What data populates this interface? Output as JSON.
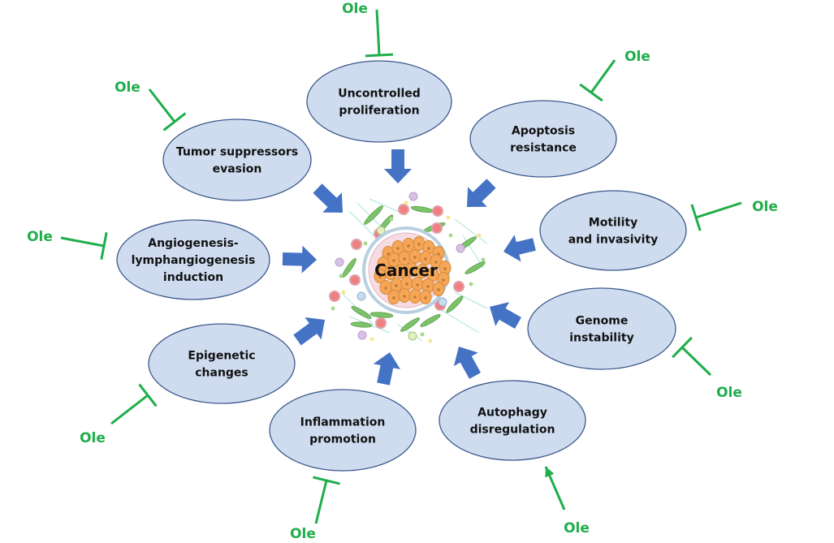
{
  "colors": {
    "node_fill": "#cfdcf0",
    "node_stroke": "#3d5a8c",
    "arrow_blue": "#4472c4",
    "ole_green": "#1fae4b",
    "cancer_orange": "#f5a656",
    "cell_pink": "#f3c9d3"
  },
  "center": {
    "label": "Cancer",
    "icon": "tumor-microenvironment-illustration"
  },
  "hallmarks": [
    {
      "id": "uncontrolled-proliferation",
      "lines": [
        "Uncontrolled",
        "proliferation"
      ],
      "ole_effect": "inhibits"
    },
    {
      "id": "apoptosis-resistance",
      "lines": [
        "Apoptosis",
        "resistance"
      ],
      "ole_effect": "inhibits"
    },
    {
      "id": "motility-invasivity",
      "lines": [
        "Motility",
        "and invasivity"
      ],
      "ole_effect": "inhibits"
    },
    {
      "id": "genome-instability",
      "lines": [
        "Genome",
        "instability"
      ],
      "ole_effect": "inhibits"
    },
    {
      "id": "autophagy-disregulation",
      "lines": [
        "Autophagy",
        "disregulation"
      ],
      "ole_effect": "promotes"
    },
    {
      "id": "inflammation-promotion",
      "lines": [
        "Inflammation",
        "promotion"
      ],
      "ole_effect": "inhibits"
    },
    {
      "id": "epigenetic-changes",
      "lines": [
        "Epigenetic",
        "changes"
      ],
      "ole_effect": "inhibits"
    },
    {
      "id": "angiogenesis-induction",
      "lines": [
        "Angiogenesis-",
        "lymphangiogenesis",
        "induction"
      ],
      "ole_effect": "inhibits"
    },
    {
      "id": "tumor-suppressors-evasion",
      "lines": [
        "Tumor suppressors",
        "evasion"
      ],
      "ole_effect": "inhibits"
    }
  ],
  "ole_label": "Ole"
}
